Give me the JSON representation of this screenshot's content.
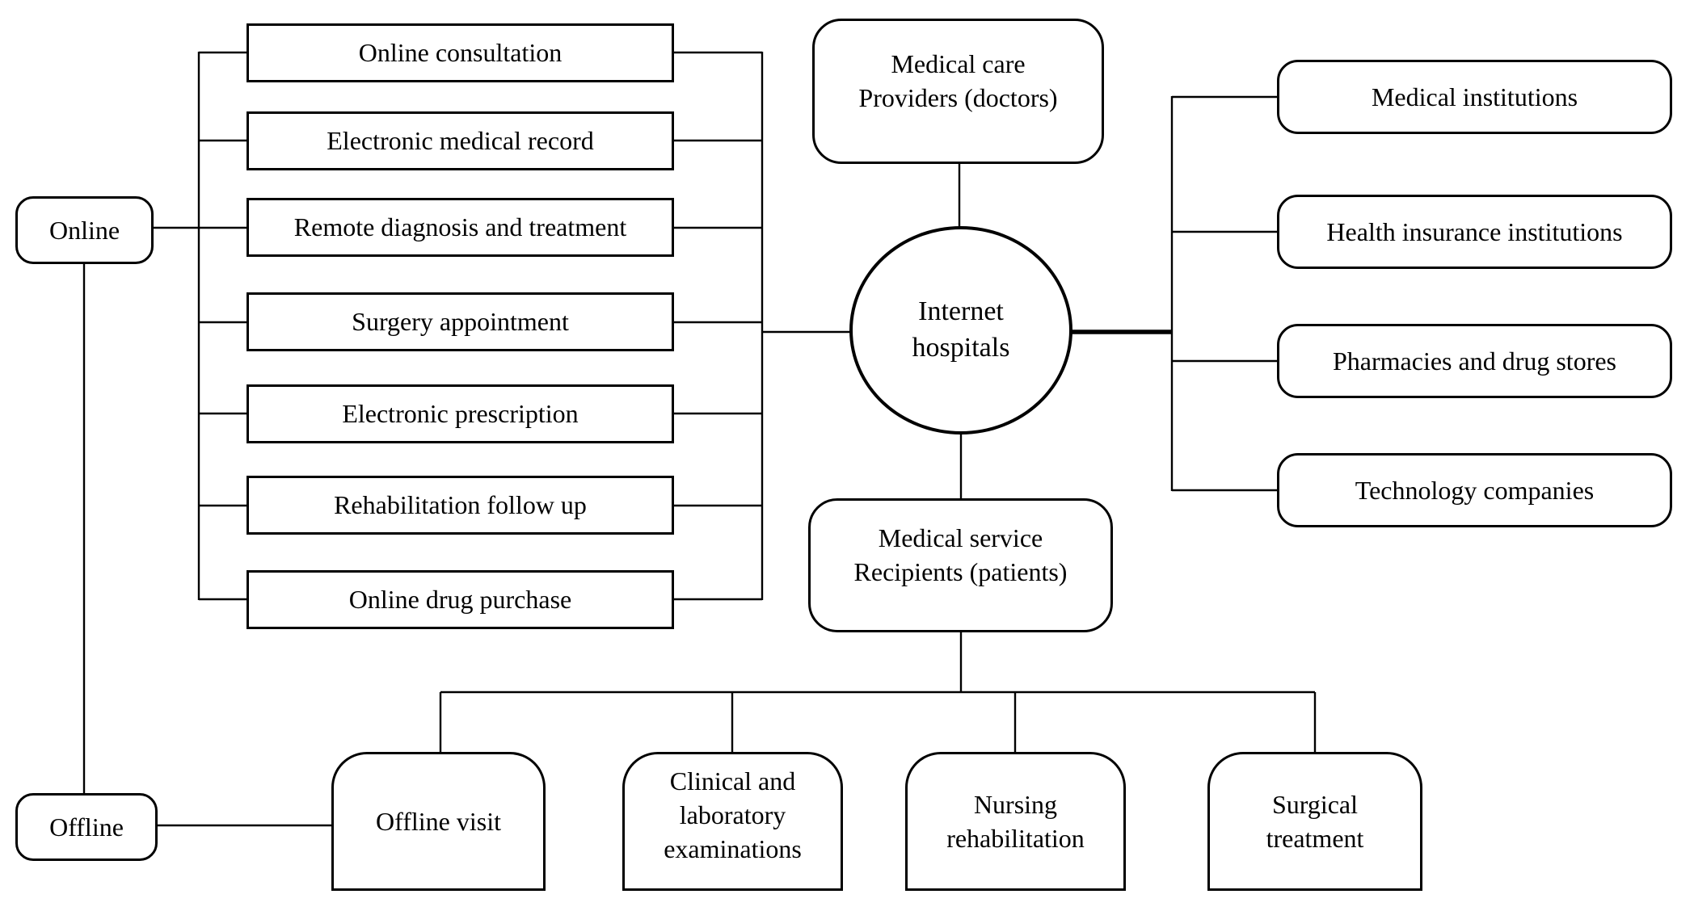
{
  "diagram": {
    "center": {
      "label": "Internet\nhospitals"
    },
    "actors": {
      "providers": {
        "label": "Medical care\nProviders (doctors)"
      },
      "recipients": {
        "label": "Medical service\nRecipients (patients)"
      }
    },
    "modes": {
      "online": {
        "label": "Online"
      },
      "offline": {
        "label": "Offline"
      }
    },
    "online_services": [
      "Online consultation",
      "Electronic medical record",
      "Remote diagnosis and treatment",
      "Surgery appointment",
      "Electronic prescription",
      "Rehabilitation follow up",
      "Online drug purchase"
    ],
    "stakeholders": [
      "Medical institutions",
      "Health insurance institutions",
      "Pharmacies and drug stores",
      "Technology companies"
    ],
    "offline_services": [
      "Offline visit",
      "Clinical and\nlaboratory\nexaminations",
      "Nursing\nrehabilitation",
      "Surgical\ntreatment"
    ],
    "colors": {
      "line": "#000000",
      "box_fill": "#ffffff",
      "text": "#000000",
      "background": "#ffffff"
    }
  }
}
